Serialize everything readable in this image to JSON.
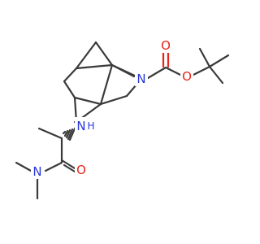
{
  "molecule": {
    "atoms": [
      {
        "id": "N_ring",
        "symbol": "N",
        "color": "#2a36d8"
      },
      {
        "id": "O_carbonyl_boc",
        "symbol": "O",
        "color": "#e8231c"
      },
      {
        "id": "O_ester",
        "symbol": "O",
        "color": "#e8231c"
      },
      {
        "id": "N_amine",
        "symbol": "N",
        "color": "#2a36d8"
      },
      {
        "id": "H_amine",
        "symbol": "H",
        "color": "#2a36d8"
      },
      {
        "id": "O_amide",
        "symbol": "O",
        "color": "#e8231c"
      },
      {
        "id": "N_amide",
        "symbol": "N",
        "color": "#2a36d8"
      }
    ]
  },
  "colors": {
    "bond": "#3a3a3a",
    "oxygen": "#e8231c",
    "nitrogen": "#2a36d8",
    "background": "#ffffff"
  }
}
